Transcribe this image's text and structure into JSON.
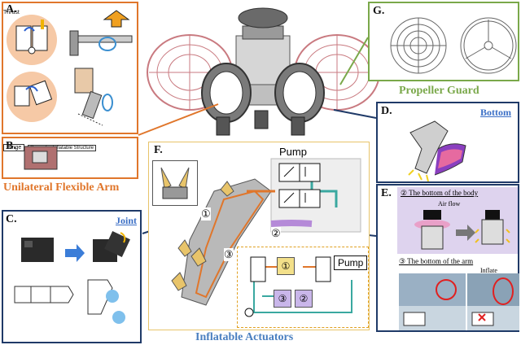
{
  "panels": {
    "a": {
      "label": "A.",
      "thrust": "Thrust"
    },
    "b": {
      "label": "B.",
      "hinge": "Hinge",
      "space": "Space for Inflatable Structure"
    },
    "c": {
      "label": "C.",
      "joint": "Joint"
    },
    "d": {
      "label": "D.",
      "bottom": "Bottom"
    },
    "e": {
      "label": "E.",
      "step2": "②  The bottom of the body",
      "airflow": "Air flow",
      "step3": "③  The bottom of the arm",
      "inflate": "Inflate"
    },
    "f": {
      "label": "F.",
      "pump_top": "Pump",
      "pump_box": "Pump",
      "m1": "①",
      "m2": "②",
      "m3": "③",
      "b1": "①",
      "b2": "②",
      "b3": "③"
    },
    "g": {
      "label": "G."
    }
  },
  "captions": {
    "arm": "Unilateral Flexible Arm",
    "guard": "Propeller Guard",
    "actuators": "Inflatable Actuators"
  },
  "colors": {
    "orange": "#e0762b",
    "green": "#7aa84a",
    "navy": "#1f3a68",
    "gold": "#e8c46a",
    "blue": "#4a7fc0",
    "pink": "#e9a0a8",
    "purple": "#b58ad8",
    "yellow_box": "#f3e08a",
    "lavender_box": "#c9b6ea",
    "teal": "#3aa8a0"
  }
}
